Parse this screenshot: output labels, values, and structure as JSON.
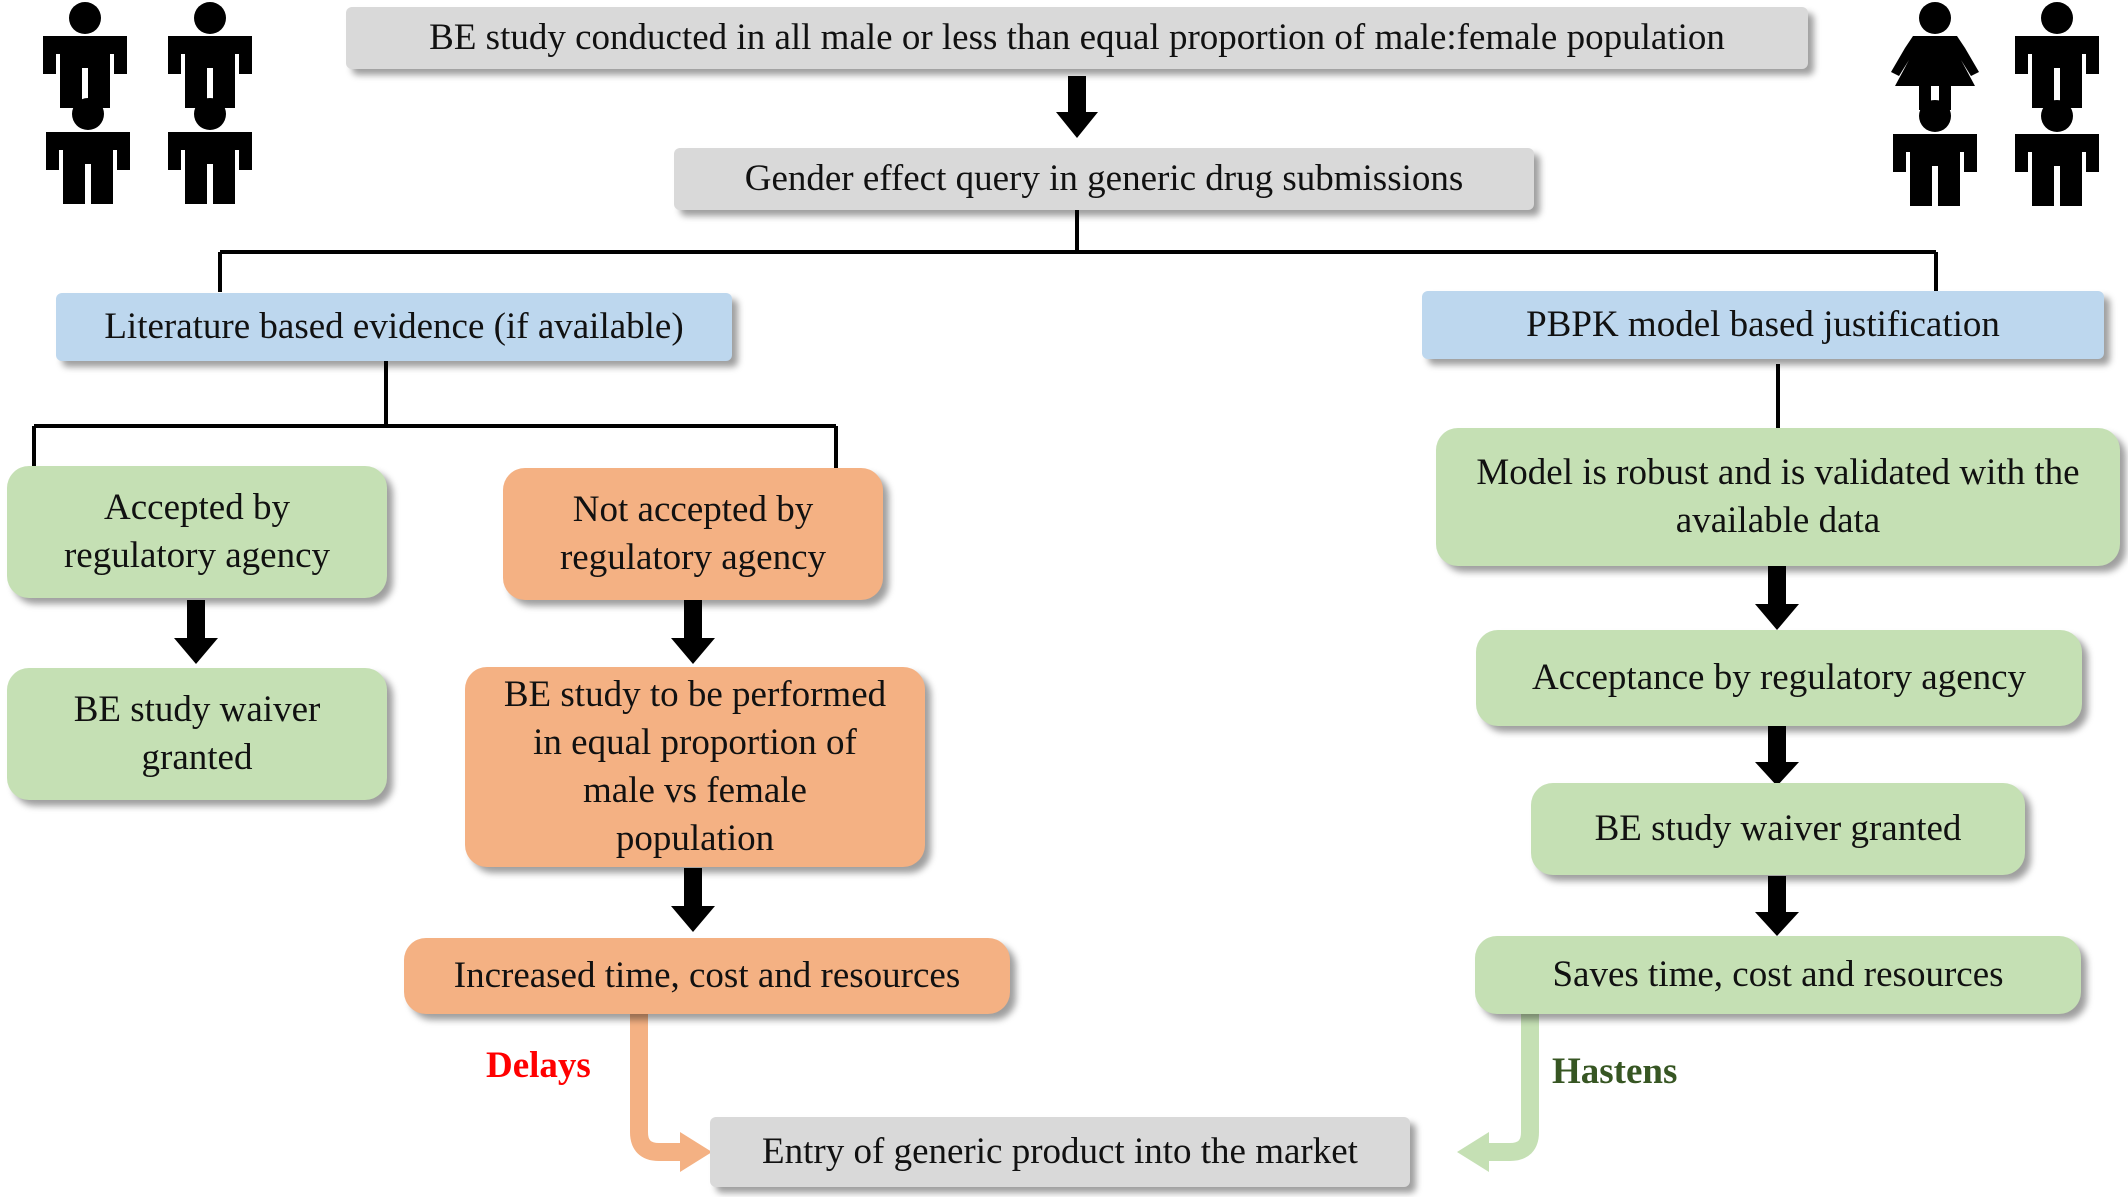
{
  "top_box": "BE study conducted in all male or less than equal proportion of male:female population",
  "query_box": "Gender effect query in generic drug submissions",
  "literature_box": "Literature based evidence (if available)",
  "pbpk_box": "PBPK model based justification",
  "accepted_box": "Accepted by regulatory agency",
  "waiver_left_box": "BE study waiver granted",
  "not_accepted_box": "Not accepted by regulatory agency",
  "be_equal_box": "BE study to be performed in equal proportion of male vs female population",
  "increased_box": "Increased time, cost and resources",
  "model_robust_box": "Model is robust and is validated with the available data",
  "acceptance_box": "Acceptance by regulatory agency",
  "waiver_right_box": "BE study waiver granted",
  "saves_box": "Saves time, cost and resources",
  "entry_box": "Entry of generic product into the market",
  "delays_label": "Delays",
  "hastens_label": "Hastens",
  "colors": {
    "gray": "#d9d9d9",
    "blue": "#bdd7ee",
    "green": "#c5e0b4",
    "orange": "#f4b183",
    "delays": "#ff0000",
    "hastens": "#375623"
  },
  "icons": {
    "left": [
      "male-person-icon",
      "male-person-icon",
      "male-person-icon",
      "male-person-icon"
    ],
    "right": [
      "female-person-icon",
      "male-person-icon",
      "male-person-icon",
      "male-person-icon"
    ]
  }
}
